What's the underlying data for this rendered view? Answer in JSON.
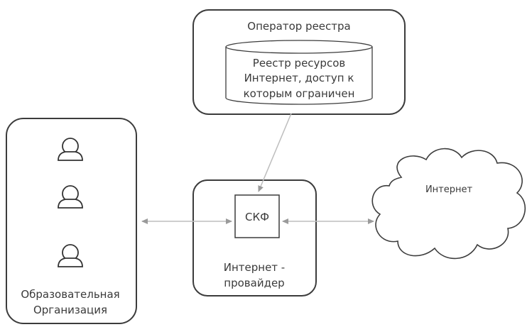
{
  "operator": {
    "title": "Оператор реестра"
  },
  "registry": {
    "lines": [
      "Реестр ресурсов",
      "Интернет, доступ к",
      "которым ограничен"
    ]
  },
  "organization": {
    "lines": [
      "Образовательная",
      "Организация"
    ]
  },
  "provider": {
    "box_label": "СКФ",
    "lines": [
      "Интернет -",
      "провайдер"
    ]
  },
  "internet": {
    "label": "Интернет"
  },
  "icons": [
    "user-icon",
    "user-icon",
    "user-icon"
  ],
  "colors": {
    "stroke": "#3c3c3c",
    "arrow": "#b8b8b8",
    "text": "#3a3a3a"
  }
}
